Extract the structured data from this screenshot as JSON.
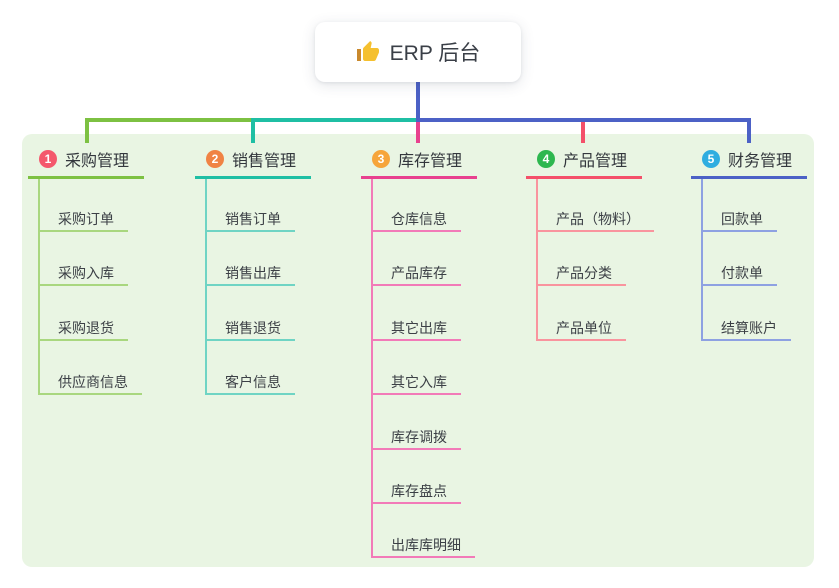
{
  "root": {
    "label": "ERP 后台",
    "icon": "thumbs-up-icon",
    "line_color": "#4c61c6"
  },
  "panel": {
    "background": "#e9f5e3"
  },
  "branches": [
    {
      "badge": "1",
      "label": "采购管理",
      "badge_color": "#f4586c",
      "line_color": "#7dc142",
      "child_line_color": "#a9d77f",
      "children": [
        "采购订单",
        "采购入库",
        "采购退货",
        "供应商信息"
      ]
    },
    {
      "badge": "2",
      "label": "销售管理",
      "badge_color": "#f08344",
      "line_color": "#1fbfa4",
      "child_line_color": "#6fd4c4",
      "children": [
        "销售订单",
        "销售出库",
        "销售退货",
        "客户信息"
      ]
    },
    {
      "badge": "3",
      "label": "库存管理",
      "badge_color": "#f6a53b",
      "line_color": "#e8418f",
      "child_line_color": "#f27ab8",
      "children": [
        "仓库信息",
        "产品库存",
        "其它出库",
        "其它入库",
        "库存调拨",
        "库存盘点",
        "出库库明细"
      ]
    },
    {
      "badge": "4",
      "label": "产品管理",
      "badge_color": "#2eb74f",
      "line_color": "#f4506a",
      "child_line_color": "#f9949e",
      "children": [
        "产品（物料）",
        "产品分类",
        "产品单位"
      ]
    },
    {
      "badge": "5",
      "label": "财务管理",
      "badge_color": "#2fade0",
      "line_color": "#4c61c6",
      "child_line_color": "#8ea1e2",
      "children": [
        "回款单",
        "付款单",
        "结算账户"
      ]
    }
  ]
}
